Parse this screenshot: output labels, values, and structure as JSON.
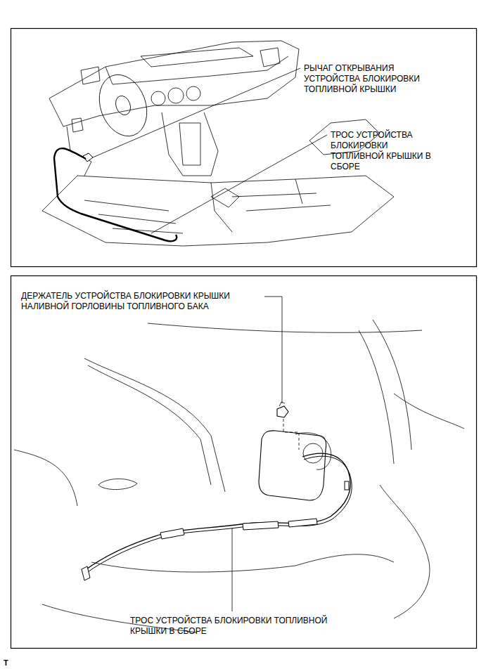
{
  "diagram": {
    "labels": [
      "РЫЧАГ ОТКРЫВАНИЯ УСТРОЙСТВА БЛОКИРОВКИ ТОПЛИВНОЙ КРЫШКИ",
      "ТРОС УСТРОЙСТВА БЛОКИРОВКИ ТОПЛИВНОЙ КРЫШКИ В СБОРЕ",
      "ДЕРЖАТЕЛЬ УСТРОЙСТВА БЛОКИРОВКИ КРЫШКИ НАЛИВНОЙ ГОРЛОВИНЫ ТОПЛИВНОГО БАКА",
      "ТРОС УСТРОЙСТВА БЛОКИРОВКИ ТОПЛИВНОЙ КРЫШКИ В СБОРЕ",
      "T"
    ]
  }
}
